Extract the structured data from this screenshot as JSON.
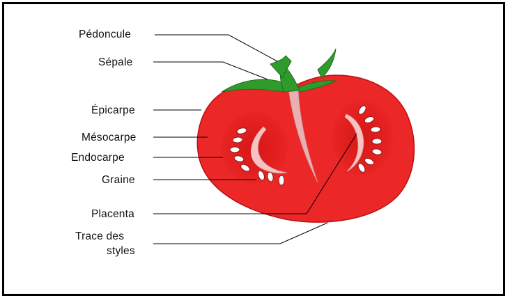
{
  "diagram": {
    "labels": {
      "pedoncule": "Pédoncule",
      "sepale": "Sépale",
      "epicarpe": "Épicarpe",
      "mesocarpe": "Mésocarpe",
      "endocarpe": "Endocarpe",
      "graine": "Graine",
      "placenta": "Placenta",
      "trace_line1": "Trace des",
      "trace_line2": "styles"
    },
    "colors": {
      "flesh": "#ec2727",
      "flesh_dark": "#cc1212",
      "locule": "#d91a1a",
      "placenta": "#f6c3c3",
      "core": "#e8b0b0",
      "seed": "#ffffff",
      "sepal": "#2f9b2c",
      "sepal_dark": "#1f6e1c",
      "line": "#000000"
    }
  }
}
